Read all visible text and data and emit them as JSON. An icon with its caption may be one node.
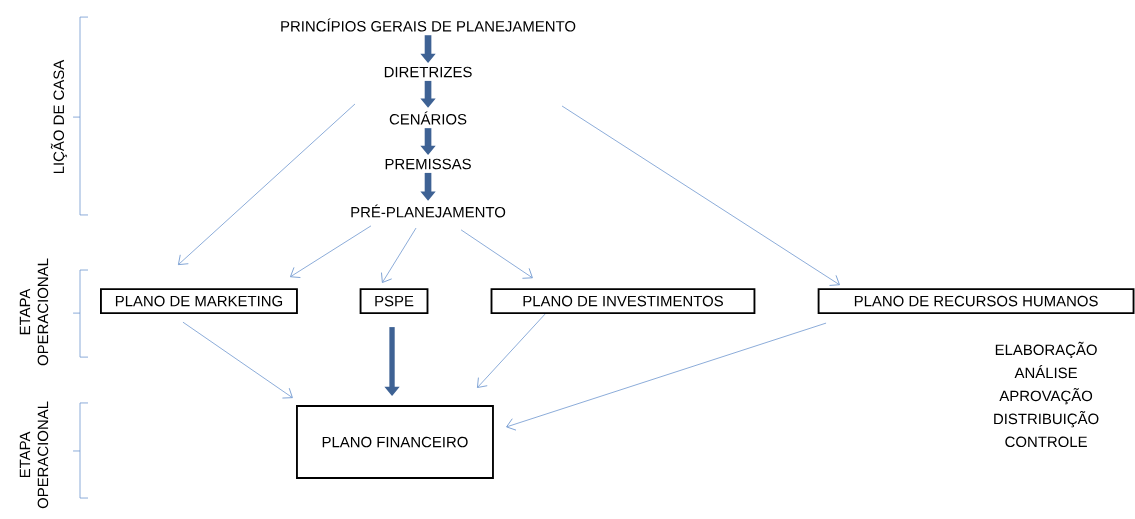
{
  "diagram": {
    "nodes": [
      {
        "text": [
          "PRINCÍPIOS GERAIS DE PLANEJAMENTO"
        ]
      },
      {
        "text": [
          "DIRETRIZES"
        ]
      },
      {
        "text": [
          "CENÁRIOS"
        ]
      },
      {
        "text": [
          "PREMISSAS"
        ]
      },
      {
        "text": [
          "PRÉ-PLANEJAMENTO"
        ]
      },
      {
        "text": [
          "PLANO DE MARKETING"
        ]
      },
      {
        "text": [
          "PSPE"
        ]
      },
      {
        "text": [
          "PLANO DE INVESTIMENTOS"
        ]
      },
      {
        "text": [
          "PLANO DE RECURSOS HUMANOS"
        ]
      },
      {
        "text": [
          "PLANO FINANCEIRO"
        ]
      }
    ],
    "edges": [
      {
        "from": 0,
        "to": 1,
        "arrow": "to",
        "style": "thick",
        "color": "#3e6294"
      },
      {
        "from": 1,
        "to": 2,
        "arrow": "to",
        "style": "thick",
        "color": "#3e6294"
      },
      {
        "from": 2,
        "to": 3,
        "arrow": "to",
        "style": "thick",
        "color": "#3e6294"
      },
      {
        "from": 3,
        "to": 4,
        "arrow": "to",
        "style": "thick",
        "color": "#3e6294"
      },
      {
        "from": null,
        "to": 5,
        "arrow": "to"
      },
      {
        "from": null,
        "to": 8,
        "arrow": "to"
      },
      {
        "from": 4,
        "to": 5,
        "arrow": "to"
      },
      {
        "from": 4,
        "to": 6,
        "arrow": "to"
      },
      {
        "from": 4,
        "to": 7,
        "arrow": "to"
      },
      {
        "from": 5,
        "to": 9,
        "arrow": "to"
      },
      {
        "from": 6,
        "to": 9,
        "arrow": "to",
        "style": "thick",
        "color": "#3e6294"
      },
      {
        "from": 7,
        "to": 9,
        "arrow": "to"
      },
      {
        "from": 8,
        "to": 9,
        "arrow": "to"
      }
    ],
    "labels": [
      "LIÇÃO DE CASA",
      "ETAPA OPERACIONAL",
      "ETAPA OPERACIONAL",
      "ELABORAÇÃO",
      "ANÁLISE",
      "APROVAÇÃO",
      "DISTRIBUIÇÃO",
      "CONTROLE"
    ]
  }
}
